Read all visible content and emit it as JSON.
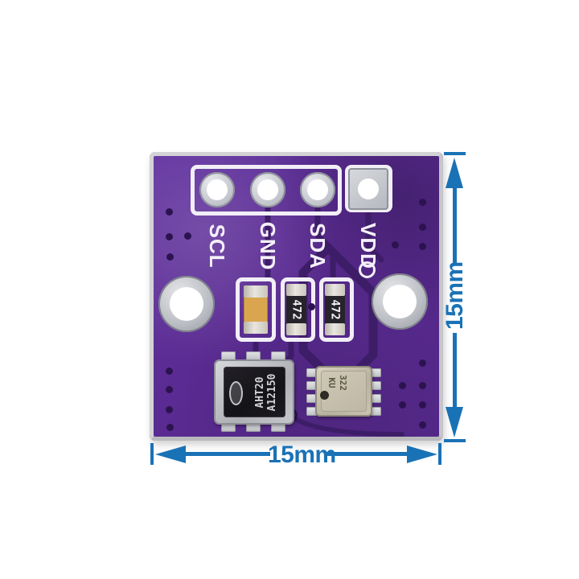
{
  "photo": {
    "description_label": "purple sensor breakout PCB with dimension callouts",
    "pins": [
      {
        "label": "SCL"
      },
      {
        "label": "GND"
      },
      {
        "label": "SDA"
      },
      {
        "label": "VDD"
      }
    ],
    "components": {
      "main_chip": {
        "line1": "AHT20",
        "line2": "A12150"
      },
      "pressure_sensor": {
        "line1": "322",
        "line2": "KU"
      },
      "resistor1_marking": "472",
      "resistor2_marking": "472"
    },
    "dimensions": {
      "width_label": "15mm",
      "height_label": "15mm"
    },
    "colors": {
      "pcb_purple": "#5a2b92",
      "trace_purple": "#3e1d68",
      "silkscreen": "#f2eef7",
      "dimension_blue": "#1a72b6",
      "background": "#ffffff"
    }
  }
}
